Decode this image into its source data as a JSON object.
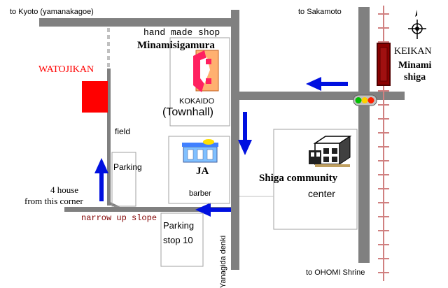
{
  "labels": {
    "to_kyoto": "to Kyoto (yamanakagoe)",
    "to_sakamoto": "to Sakamoto",
    "keikan": "KEIKAN",
    "minami": "Minami",
    "shiga": "shiga",
    "hand_made_shop": "hand made shop",
    "minamisigamura": "Minamisigamura",
    "watojikan": "WATOJIKAN",
    "kokaido": "KOKAIDO",
    "townhall": "(Townhall)",
    "field": "field",
    "parking": "Parking",
    "ja": "JA",
    "barber": "barber",
    "shiga_community": "Shiga community",
    "center": "center",
    "four_house": "4 house",
    "from_corner": "from this corner",
    "narrow_up_slope": "narrow up slope",
    "parking_stop": "Parking",
    "stop_10": "stop  10",
    "yanagida_denki": "Yanagida denki",
    "to_ohomi": "to OHOMI Shrine"
  },
  "icons": {
    "compass": "compass-rose-icon",
    "traffic_light": "traffic-light-icon",
    "shop": "shop-building-icon",
    "ja_building": "ja-building-icon",
    "community_center": "community-center-icon",
    "station": "railway-station-icon"
  },
  "colors": {
    "road": "#808080",
    "arrow": "#0010e0",
    "watojikan": "#ff0000",
    "railway": "#8b0000",
    "slope_text": "#800000",
    "building_outline": "#a0a0a0"
  }
}
